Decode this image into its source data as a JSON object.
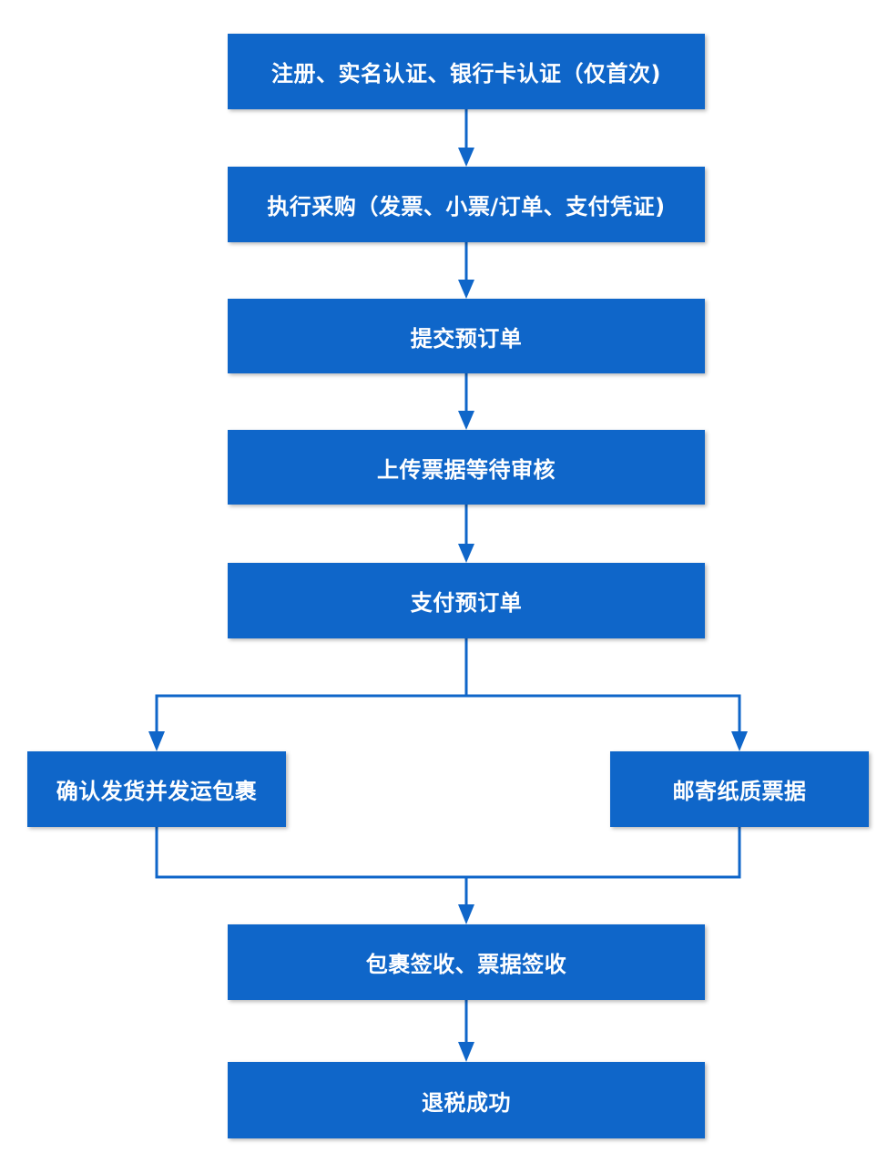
{
  "colors": {
    "box_fill": "#0f66c9",
    "box_text": "#ffffff",
    "connector": "#0f66c9",
    "background": "#ffffff"
  },
  "steps": {
    "register": "注册、实名认证、银行卡认证（仅首次)",
    "purchase": "执行采购（发票、小票/订单、支付凭证)",
    "submit_preorder": "提交预订单",
    "upload_receipts": "上传票据等待审核",
    "pay_preorder": "支付预订单",
    "confirm_shipping": "确认发货并发运包裹",
    "mail_paper_receipts": "邮寄纸质票据",
    "sign_receipt": "包裹签收、票据签收",
    "refund_success": "退税成功"
  }
}
